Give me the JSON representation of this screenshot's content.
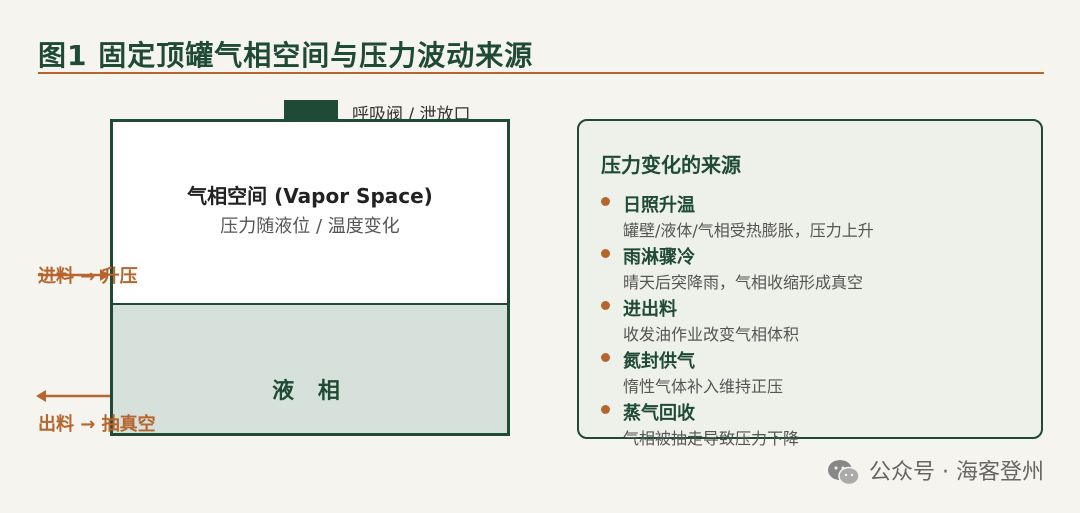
{
  "title": "图1  固定顶罐气相空间与压力波动来源",
  "tank": {
    "vent_label": "呼吸阀 / 泄放口",
    "vapor_title": "气相空间 (Vapor Space)",
    "vapor_subtitle": "压力随液位 / 温度变化",
    "liquid_label": "液 相",
    "inlet_label": "进料 → 升压",
    "outlet_label": "出料 → 抽真空"
  },
  "panel": {
    "title": "压力变化的来源",
    "items": [
      {
        "title": "日照升温",
        "desc": "罐壁/液体/气相受热膨胀，压力上升"
      },
      {
        "title": "雨淋骤冷",
        "desc": "晴天后突降雨，气相收缩形成真空"
      },
      {
        "title": "进出料",
        "desc": "收发油作业改变气相体积"
      },
      {
        "title": "氮封供气",
        "desc": "惰性气体补入维持正压"
      },
      {
        "title": "蒸气回收",
        "desc": "气相被抽走导致压力下降"
      }
    ]
  },
  "watermark": "公众号 · 海客登州",
  "colors": {
    "primary_green": "#1f4a35",
    "accent_orange": "#b5652e",
    "liquid_fill": "#d6e1db",
    "background": "#f6f4ee"
  }
}
